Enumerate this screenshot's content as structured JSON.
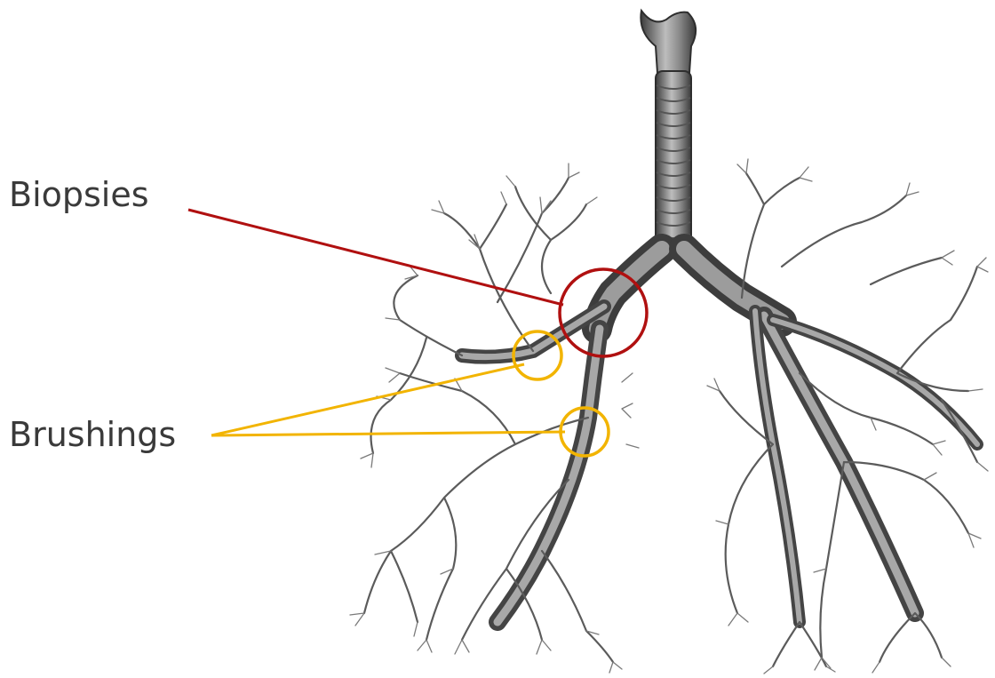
{
  "annotations": {
    "biopsies": {
      "label": "Biopsies",
      "color": "#b01010"
    },
    "brushings": {
      "label": "Brushings",
      "color": "#f2b400"
    }
  },
  "illustration": {
    "subject": "bronchial-tree",
    "tone": "#6f6f6f"
  }
}
